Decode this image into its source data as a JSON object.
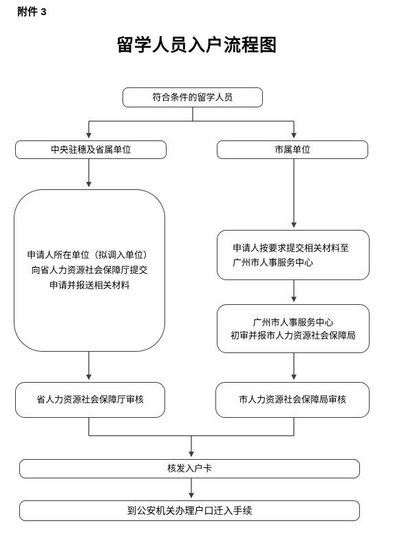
{
  "page": {
    "attachment_label": "附件 3",
    "title": "留学人员入户流程图",
    "colors": {
      "background": "#ffffff",
      "border": "#3d3d3d",
      "line": "#3d3d3d",
      "text": "#000000"
    }
  },
  "flowchart": {
    "start": {
      "label": "符合条件的留学人员"
    },
    "branch_left": {
      "label": "中央驻穗及省属单位"
    },
    "branch_right": {
      "label": "市属单位"
    },
    "provincial_submit": {
      "lines": [
        "申请人所在单位（拟调入单位）",
        "向省人力资源社会保障厅提交",
        "申请并报送相关材料"
      ]
    },
    "city_submit": {
      "lines": [
        "申请人按要求提交相关材料至",
        "广州市人事服务中心"
      ]
    },
    "center_review": {
      "lines": [
        "广州市人事服务中心",
        "初审并报市人力资源社会保障局"
      ]
    },
    "provincial_audit": {
      "label": "省人力资源社会保障厅审核"
    },
    "municipal_audit": {
      "label": "市人力资源社会保障局审核"
    },
    "issue_card": {
      "label": "核发入户卡"
    },
    "police_procedure": {
      "label": "到公安机关办理户口迁入手续"
    }
  }
}
